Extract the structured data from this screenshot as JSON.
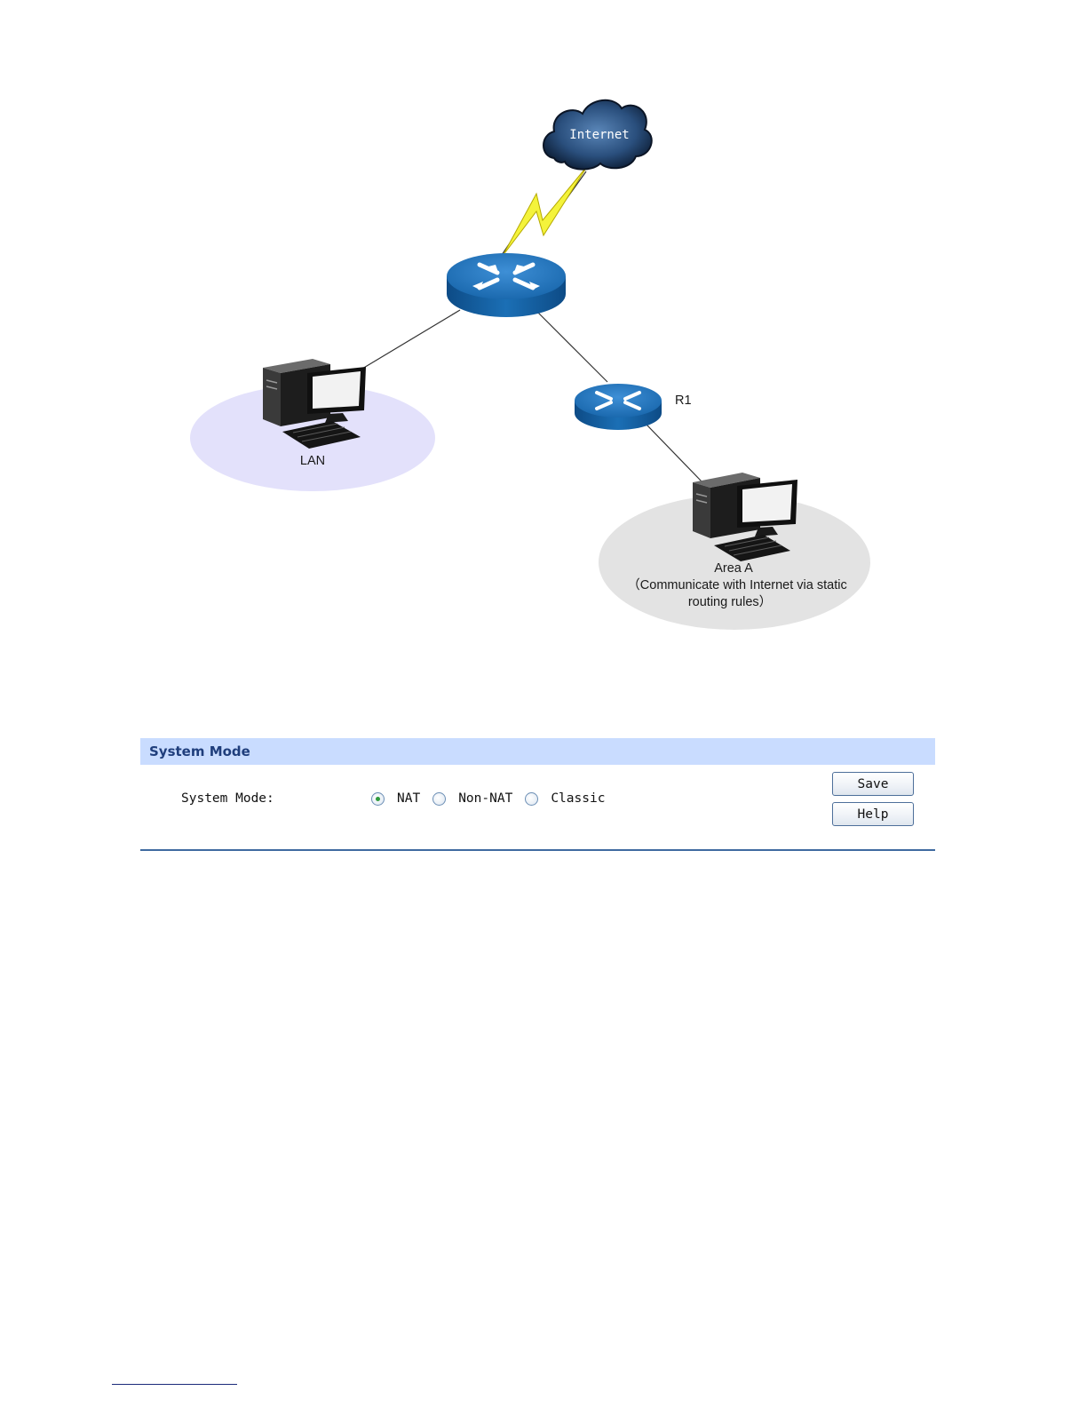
{
  "diagram": {
    "cloud_label": "Internet",
    "router_r1_label": "R1",
    "lan_label": "LAN",
    "area_a_lines": [
      "Area A",
      "（Communicate with Internet via static",
      "routing rules）"
    ],
    "colors": {
      "lan_area": "#e3e1fb",
      "area_a": "#e3e3e3",
      "router": "#1a66a8",
      "lightning": "#f4f33b"
    }
  },
  "panel": {
    "title": "System Mode",
    "field_label": "System Mode:",
    "options": [
      {
        "label": "NAT",
        "checked": true
      },
      {
        "label": "Non-NAT",
        "checked": false
      },
      {
        "label": "Classic",
        "checked": false
      }
    ],
    "save_label": "Save",
    "help_label": "Help",
    "colors": {
      "header": "#c9dcff",
      "title": "#1f3e7c",
      "bottom_rule": "#3f6aa0"
    }
  }
}
